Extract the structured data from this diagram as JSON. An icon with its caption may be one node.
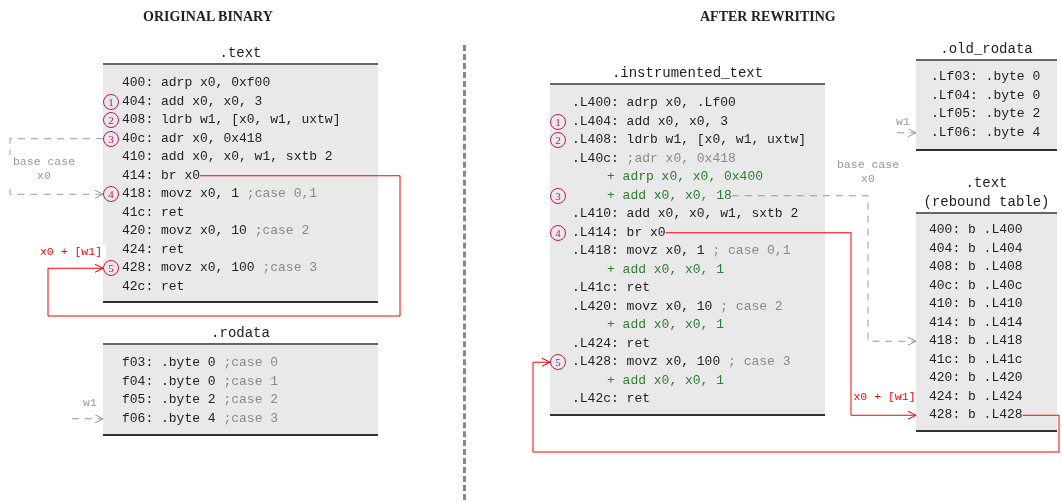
{
  "diagram": {
    "nodes": [
      {
        "text": [
          ".text"
        ]
      },
      {
        "text": [
          "400: adrp x0, 0xf00"
        ],
        "in": 0
      },
      {
        "text": [
          "1",
          "404: add x0, x0, 3"
        ],
        "in": 0
      },
      {
        "text": [
          "2",
          "408: ldrb w1, [x0, w1, uxtw]"
        ],
        "in": 0
      },
      {
        "text": [
          "3",
          "40c: adr x0, 0x418"
        ],
        "in": 0
      },
      {
        "text": [
          "410: add x0, x0, w1, sxtb 2"
        ],
        "in": 0
      },
      {
        "text": [
          "414: br x0"
        ],
        "in": 0
      },
      {
        "text": [
          "4",
          "418: movz x0, 1 ;case 0,1"
        ],
        "in": 0
      },
      {
        "text": [
          "41c: ret"
        ],
        "in": 0
      },
      {
        "text": [
          "420: movz x0, 10 ;case 2"
        ],
        "in": 0
      },
      {
        "text": [
          "424: ret"
        ],
        "in": 0
      },
      {
        "text": [
          "5",
          "428: movz x0, 100 ;case 3"
        ],
        "in": 0
      },
      {
        "text": [
          "42c: ret"
        ],
        "in": 0
      },
      {
        "text": [
          ".rodata"
        ]
      },
      {
        "text": [
          "f03: .byte 0 ;case 0"
        ],
        "in": 13
      },
      {
        "text": [
          "f04: .byte 0 ;case 1"
        ],
        "in": 13
      },
      {
        "text": [
          "f05: .byte 2 ;case 2"
        ],
        "in": 13
      },
      {
        "text": [
          "f06: .byte 4 ;case 3"
        ],
        "in": 13
      },
      {
        "text": [
          ".instrumented_text"
        ]
      },
      {
        "text": [
          ".L400: adrp x0, .Lf00"
        ],
        "in": 18
      },
      {
        "text": [
          "1",
          ".L404: add x0, x0, 3"
        ],
        "in": 18
      },
      {
        "text": [
          "2",
          ".L408: ldrb w1, [x0, w1, uxtw]"
        ],
        "in": 18
      },
      {
        "text": [
          ".L40c: ;adr x0, 0x418"
        ],
        "in": 18
      },
      {
        "text": [
          "+ adrp x0, x0, 0x400"
        ],
        "in": 18
      },
      {
        "text": [
          "3",
          "+ add x0, x0, 18"
        ],
        "in": 18
      },
      {
        "text": [
          ".L410: add x0, x0, w1, sxtb 2"
        ],
        "in": 18
      },
      {
        "text": [
          "4",
          ".L414: br x0"
        ],
        "in": 18
      },
      {
        "text": [
          ".L418: movz x0, 1 ; case 0,1"
        ],
        "in": 18
      },
      {
        "text": [
          "+ add x0, x0, 1"
        ],
        "in": 18
      },
      {
        "text": [
          ".L41c: ret"
        ],
        "in": 18
      },
      {
        "text": [
          ".L420: movz x0, 10 ; case 2"
        ],
        "in": 18
      },
      {
        "text": [
          "+ add x0, x0, 1"
        ],
        "in": 18
      },
      {
        "text": [
          ".L424: ret"
        ],
        "in": 18
      },
      {
        "text": [
          "5",
          ".L428: movz x0, 100 ; case 3"
        ],
        "in": 18
      },
      {
        "text": [
          "+ add x0, x0, 1"
        ],
        "in": 18
      },
      {
        "text": [
          ".L42c: ret"
        ],
        "in": 18
      },
      {
        "text": [
          ".old_rodata"
        ]
      },
      {
        "text": [
          ".Lf03: .byte 0"
        ],
        "in": 36
      },
      {
        "text": [
          ".Lf04: .byte 0"
        ],
        "in": 36
      },
      {
        "text": [
          ".Lf05: .byte 2"
        ],
        "in": 36
      },
      {
        "text": [
          ".Lf06: .byte 4"
        ],
        "in": 36
      },
      {
        "text": [
          ".text",
          "(rebound table)"
        ]
      },
      {
        "text": [
          "400: b .L400"
        ],
        "in": 41
      },
      {
        "text": [
          "404: b .L404"
        ],
        "in": 41
      },
      {
        "text": [
          "408: b .L408"
        ],
        "in": 41
      },
      {
        "text": [
          "40c: b .L40c"
        ],
        "in": 41
      },
      {
        "text": [
          "410: b .L410"
        ],
        "in": 41
      },
      {
        "text": [
          "414: b .L414"
        ],
        "in": 41
      },
      {
        "text": [
          "418: b .L418"
        ],
        "in": 41
      },
      {
        "text": [
          "41c: b .L41c"
        ],
        "in": 41
      },
      {
        "text": [
          "420: b .L420"
        ],
        "in": 41
      },
      {
        "text": [
          "424: b .L424"
        ],
        "in": 41
      },
      {
        "text": [
          "428: b .L428"
        ],
        "in": 41
      }
    ],
    "edges": [
      {
        "from": 4,
        "to": 7,
        "arrow": "to",
        "label": "base case x0",
        "style": "dashed"
      },
      {
        "from": 6,
        "to": 11,
        "arrow": "to",
        "label": "x0 + [w1]",
        "color": "#ff0000"
      },
      {
        "from": null,
        "to": 17,
        "arrow": "to",
        "label": "w1",
        "style": "dashed"
      },
      {
        "from": null,
        "to": 40,
        "arrow": "to",
        "label": "w1",
        "style": "dashed"
      },
      {
        "from": 24,
        "to": 48,
        "arrow": "to",
        "label": "base case x0",
        "style": "dashed"
      },
      {
        "from": 26,
        "to": 52,
        "arrow": "to",
        "label": "x0 + [w1]",
        "color": "#ff0000"
      },
      {
        "from": 52,
        "to": 33,
        "arrow": "to",
        "color": "#ff0000"
      }
    ],
    "labels": [
      "ORIGINAL BINARY",
      "AFTER REWRITING"
    ]
  }
}
